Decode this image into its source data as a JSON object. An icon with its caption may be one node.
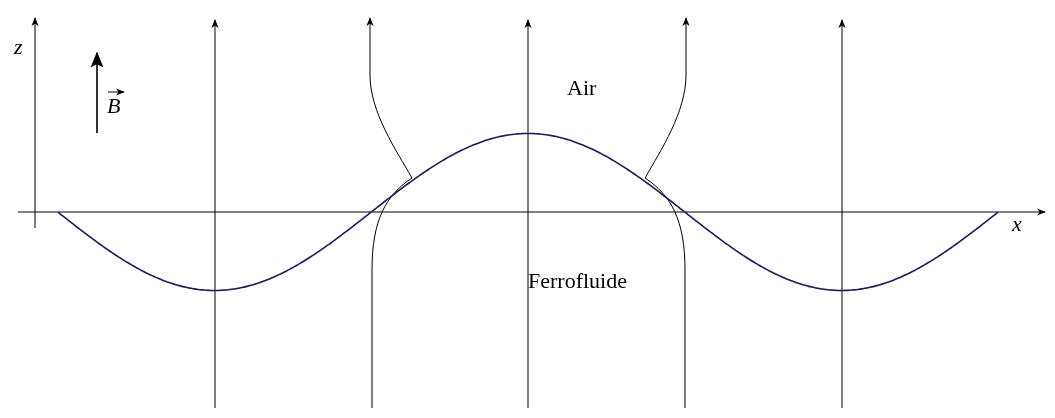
{
  "diagram": {
    "labels": [
      "z",
      "Air",
      "B",
      "Ferrofluide",
      "x"
    ]
  }
}
